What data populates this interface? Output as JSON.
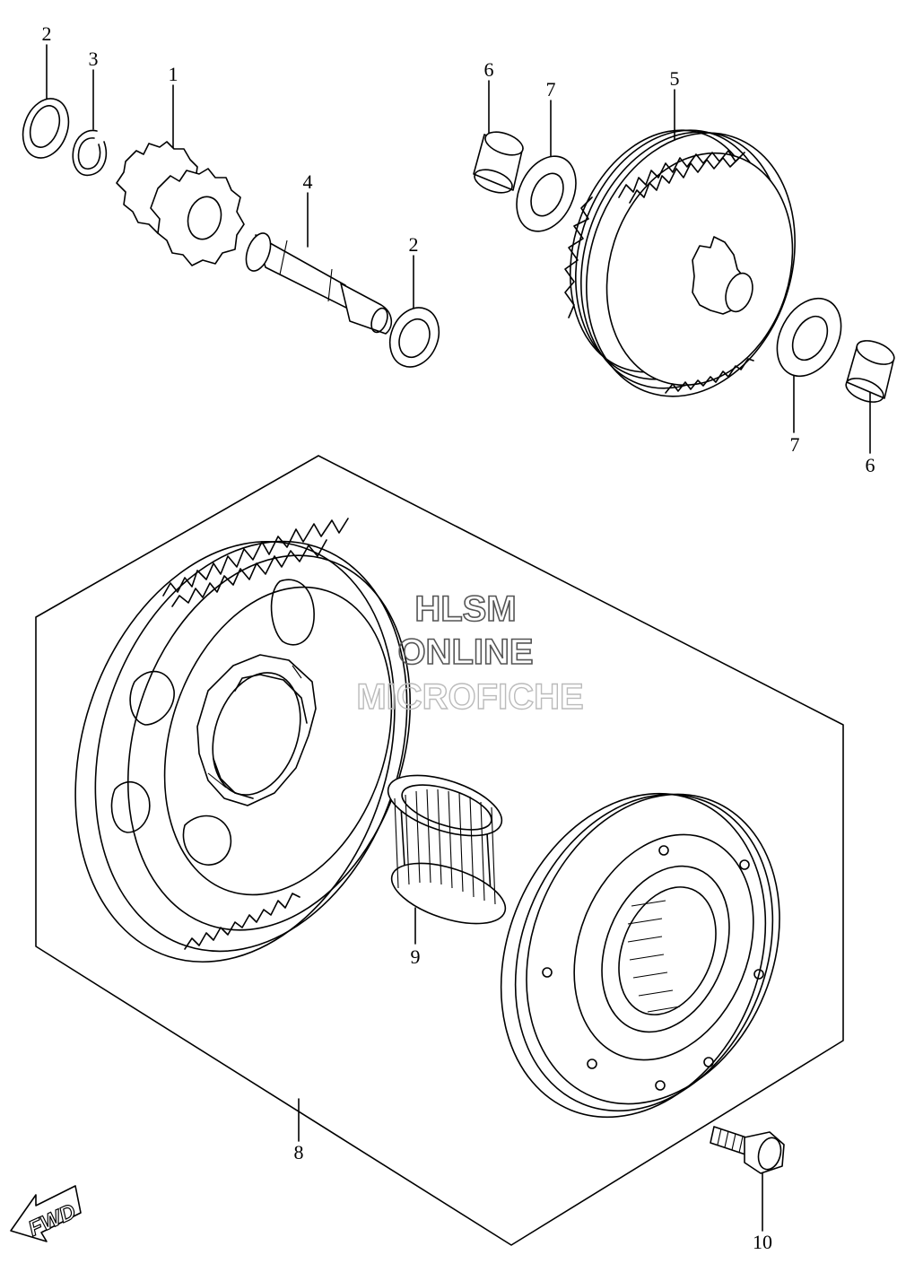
{
  "parts": [
    {
      "id": "label-2a",
      "text": "2"
    },
    {
      "id": "label-3",
      "text": "3"
    },
    {
      "id": "label-1",
      "text": "1"
    },
    {
      "id": "label-4",
      "text": "4"
    },
    {
      "id": "label-2b",
      "text": "2"
    },
    {
      "id": "label-6a",
      "text": "6"
    },
    {
      "id": "label-7a",
      "text": "7"
    },
    {
      "id": "label-5",
      "text": "5"
    },
    {
      "id": "label-7b",
      "text": "7"
    },
    {
      "id": "label-6b",
      "text": "6"
    },
    {
      "id": "label-9",
      "text": "9"
    },
    {
      "id": "label-8",
      "text": "8"
    },
    {
      "id": "label-10",
      "text": "10"
    }
  ],
  "watermark": {
    "line1": "HLSM",
    "line2": "ONLINE",
    "line3": "MICROFICHE"
  },
  "fwd_label": "FWD"
}
